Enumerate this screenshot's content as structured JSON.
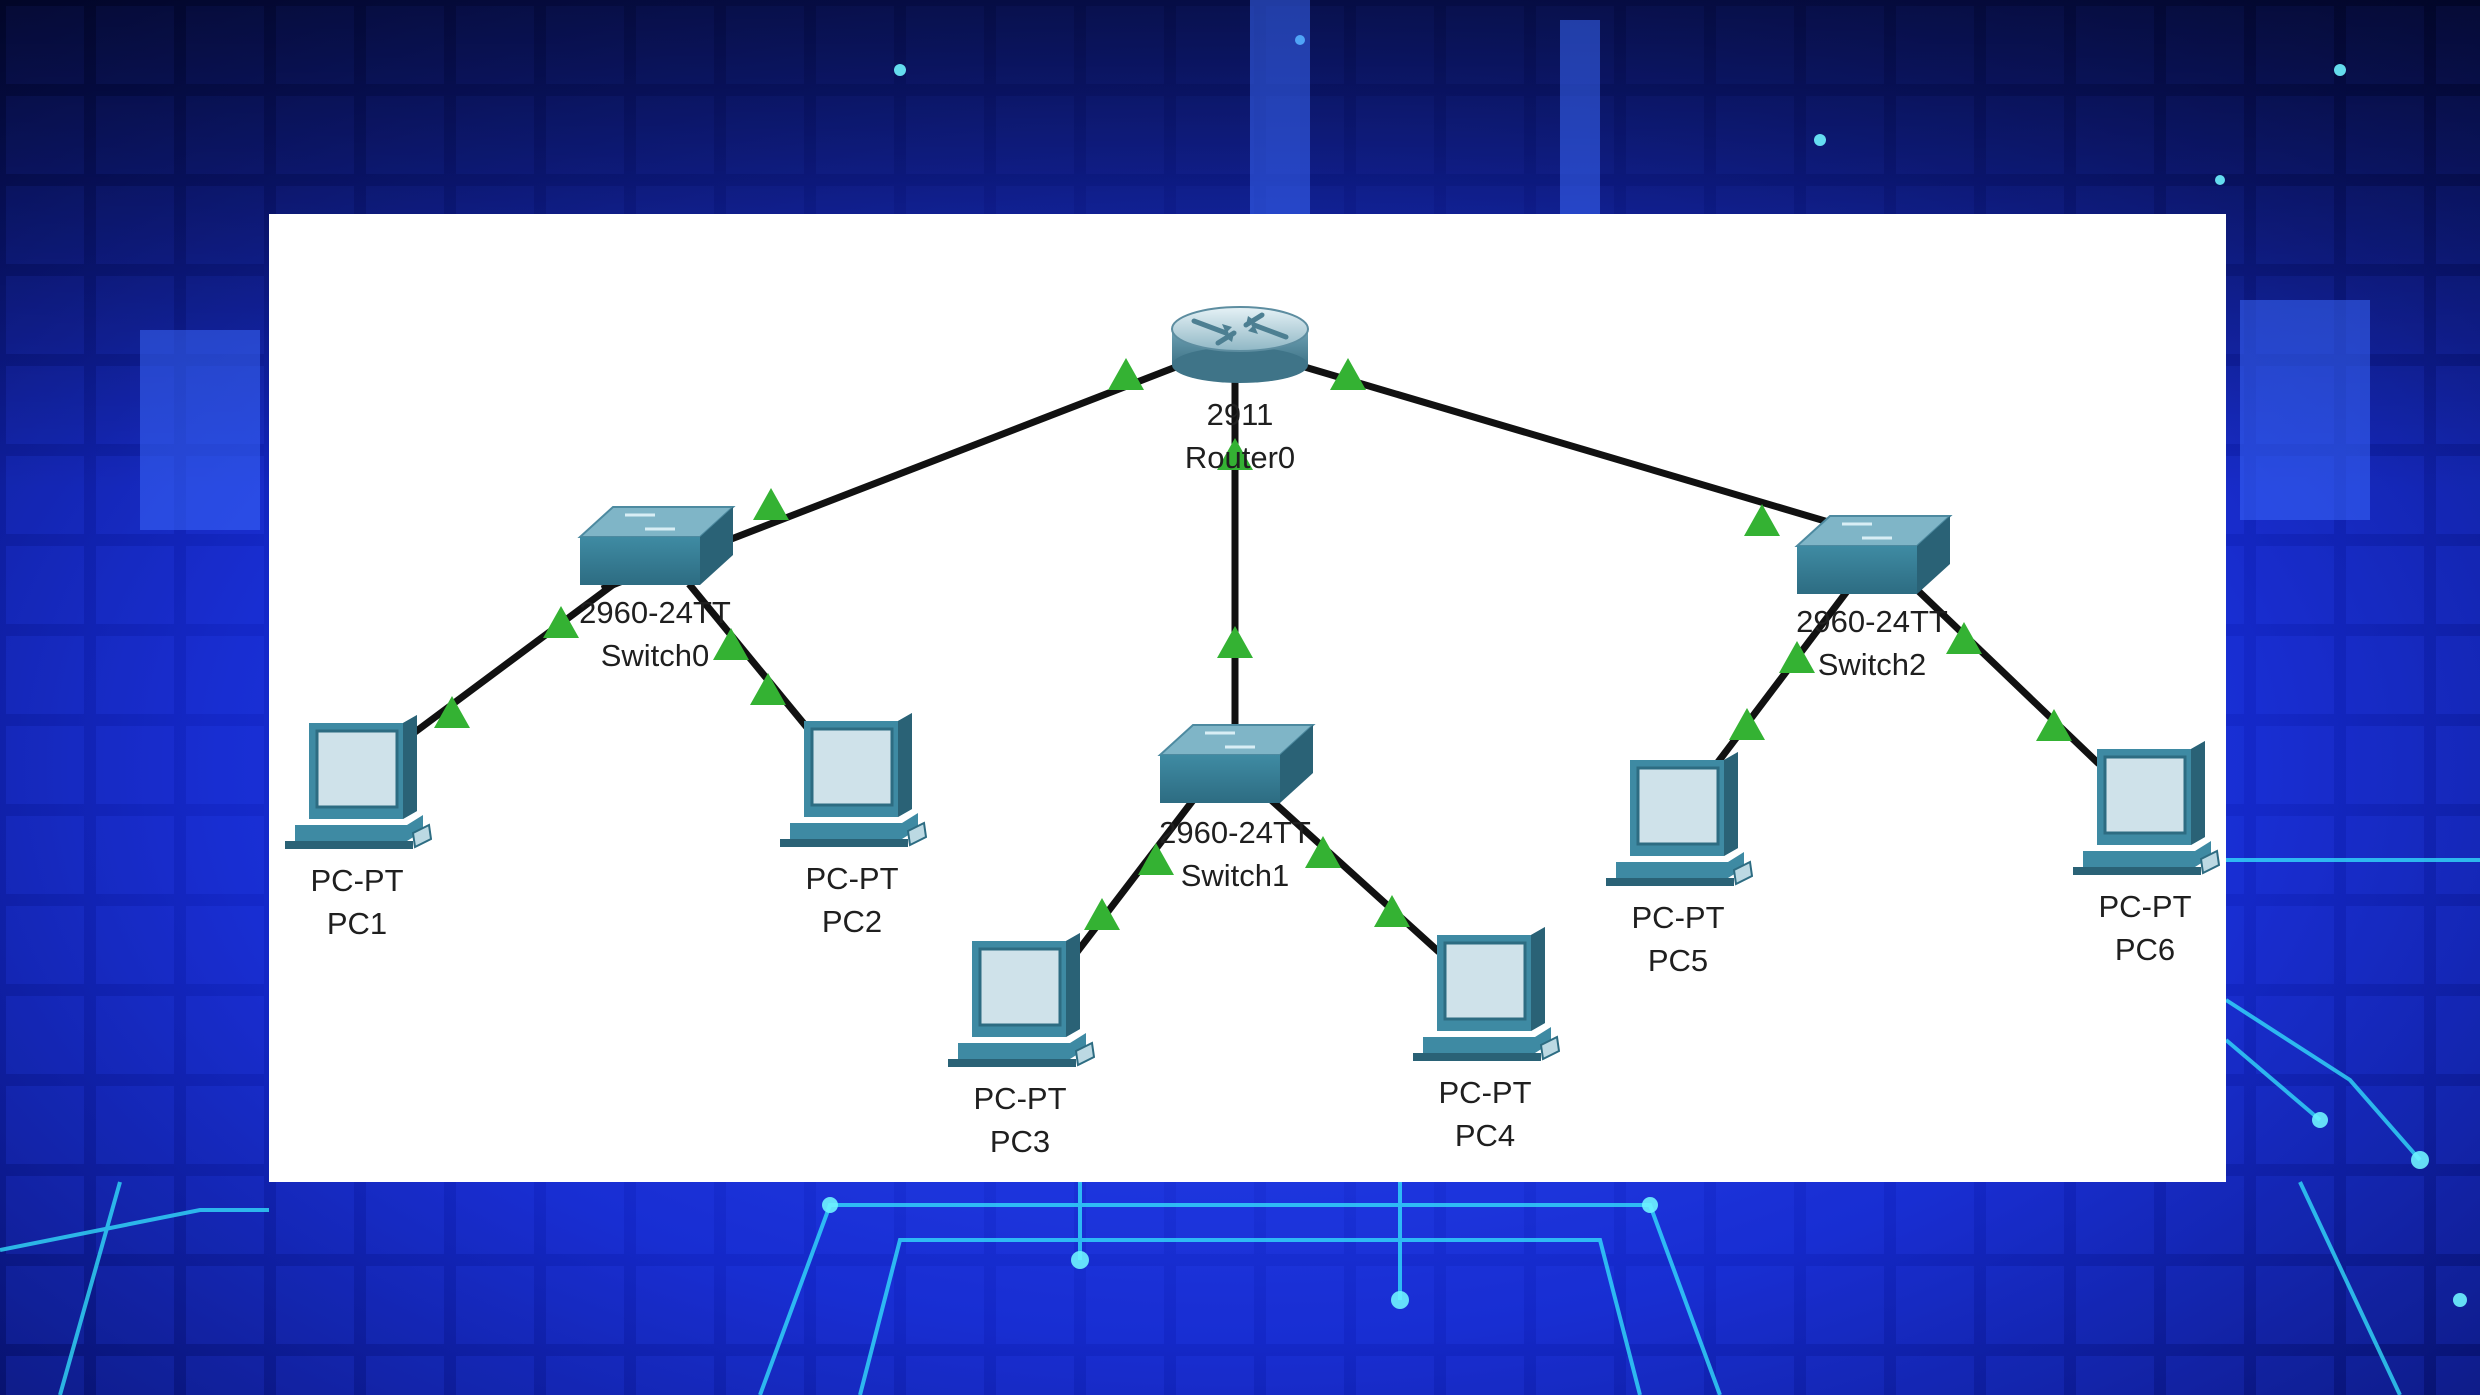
{
  "colors": {
    "background_deep": "#05106e",
    "background_glow": "#1f3cff",
    "circuit_glow": "#35e8ff",
    "panel": "#ffffff",
    "link": "#111111",
    "link_status_up": "#34b233",
    "device_body": "#3e8aa3",
    "pc_screen": "#cfe2ea"
  },
  "devices": [
    {
      "id": "router0",
      "kind": "router",
      "icon": "router-icon",
      "model": "2911",
      "name": "Router0"
    },
    {
      "id": "switch0",
      "kind": "switch",
      "icon": "switch-icon",
      "model": "2960-24TT",
      "name": "Switch0"
    },
    {
      "id": "switch1",
      "kind": "switch",
      "icon": "switch-icon",
      "model": "2960-24TT",
      "name": "Switch1"
    },
    {
      "id": "switch2",
      "kind": "switch",
      "icon": "switch-icon",
      "model": "2960-24TT",
      "name": "Switch2"
    },
    {
      "id": "pc1",
      "kind": "pc",
      "icon": "pc-icon",
      "model": "PC-PT",
      "name": "PC1"
    },
    {
      "id": "pc2",
      "kind": "pc",
      "icon": "pc-icon",
      "model": "PC-PT",
      "name": "PC2"
    },
    {
      "id": "pc3",
      "kind": "pc",
      "icon": "pc-icon",
      "model": "PC-PT",
      "name": "PC3"
    },
    {
      "id": "pc4",
      "kind": "pc",
      "icon": "pc-icon",
      "model": "PC-PT",
      "name": "PC4"
    },
    {
      "id": "pc5",
      "kind": "pc",
      "icon": "pc-icon",
      "model": "PC-PT",
      "name": "PC5"
    },
    {
      "id": "pc6",
      "kind": "pc",
      "icon": "pc-icon",
      "model": "PC-PT",
      "name": "PC6"
    }
  ],
  "links": [
    {
      "from": "router0",
      "to": "switch0",
      "status": "up"
    },
    {
      "from": "router0",
      "to": "switch1",
      "status": "up"
    },
    {
      "from": "router0",
      "to": "switch2",
      "status": "up"
    },
    {
      "from": "switch0",
      "to": "pc1",
      "status": "up"
    },
    {
      "from": "switch0",
      "to": "pc2",
      "status": "up"
    },
    {
      "from": "switch1",
      "to": "pc3",
      "status": "up"
    },
    {
      "from": "switch1",
      "to": "pc4",
      "status": "up"
    },
    {
      "from": "switch2",
      "to": "pc5",
      "status": "up"
    },
    {
      "from": "switch2",
      "to": "pc6",
      "status": "up"
    }
  ]
}
